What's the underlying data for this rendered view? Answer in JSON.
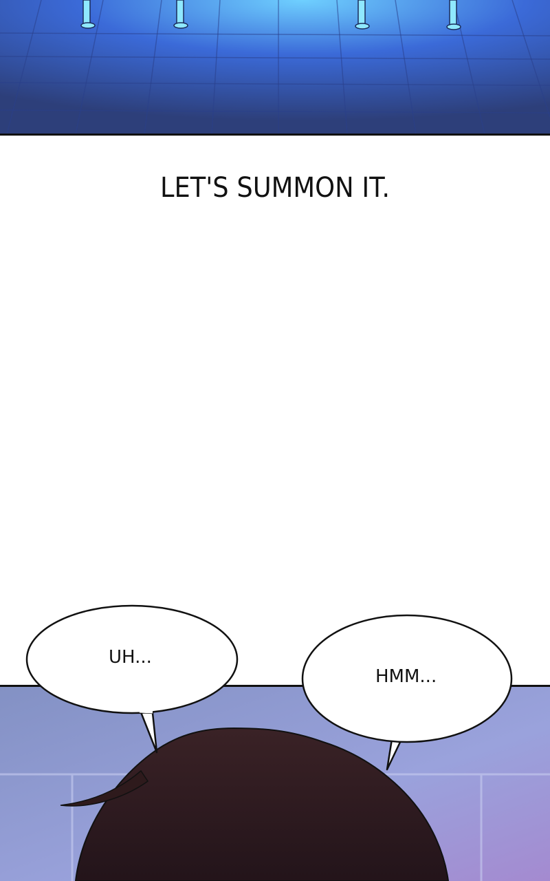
{
  "narration": "LET'S SUMMON IT.",
  "bubbles": [
    {
      "speaker": "left",
      "text": "UH..."
    },
    {
      "speaker": "right",
      "text": "HMM..."
    }
  ],
  "colors": {
    "floor_blue": "#3d62c9",
    "panel_border": "#111111",
    "bottom_bg": "#8e98d0",
    "hair": "#2e1a1c"
  }
}
